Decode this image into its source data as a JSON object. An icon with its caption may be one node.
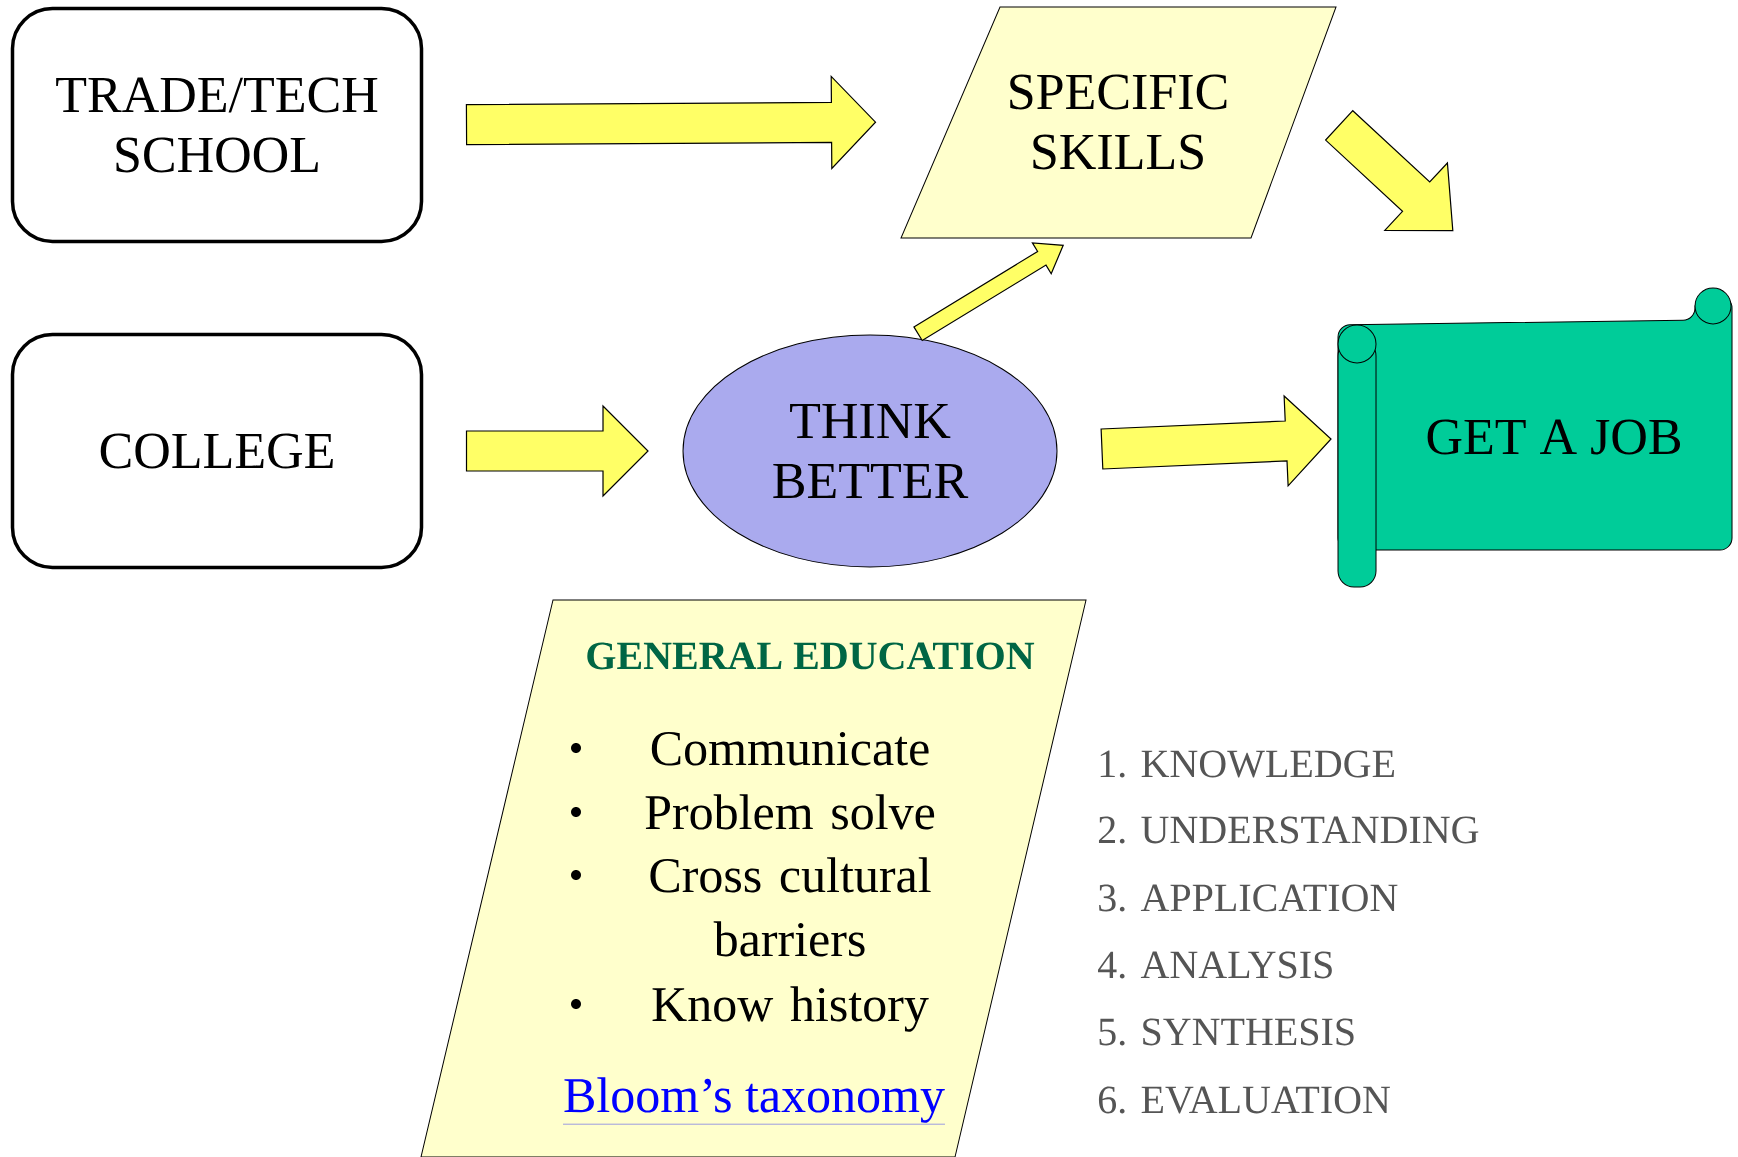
{
  "diagram": {
    "nodes": [
      {
        "text": [
          "TRADE/TECH SCHOOL"
        ]
      },
      {
        "text": [
          "SPECIFIC SKILLS"
        ]
      },
      {
        "text": [
          "COLLEGE"
        ]
      },
      {
        "text": [
          "THINK BETTER"
        ]
      },
      {
        "text": [
          "GET A JOB"
        ]
      },
      {
        "text": [
          "GENERAL EDUCATION",
          "Communicate",
          "Problem solve",
          "Cross cultural barriers",
          "Know history",
          "Bloom’s taxonomy"
        ]
      }
    ],
    "edges": [
      {
        "from": 0,
        "to": 1,
        "arrow": "to"
      },
      {
        "from": 2,
        "to": 3,
        "arrow": "to"
      },
      {
        "from": 3,
        "to": 1,
        "arrow": "to"
      },
      {
        "from": 3,
        "to": 4,
        "arrow": "to"
      },
      {
        "from": 1,
        "to": 4,
        "arrow": "to"
      }
    ],
    "labels": [
      "1. KNOWLEDGE",
      "2. UNDERSTANDING",
      "3. APPLICATION",
      "4. ANALYSIS",
      "5. SYNTHESIS",
      "6. EVALUATION"
    ]
  }
}
